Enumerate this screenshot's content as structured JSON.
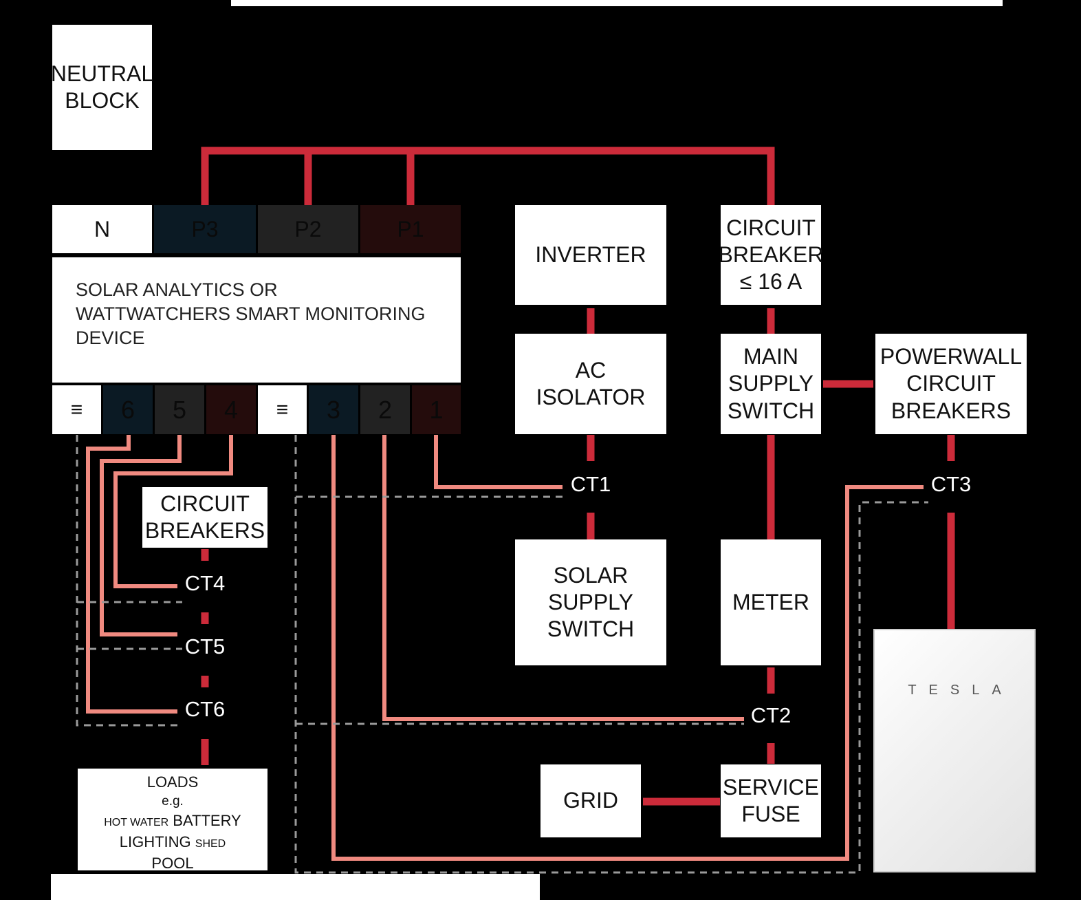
{
  "neutral_block": [
    "NEUTRAL",
    "BLOCK"
  ],
  "top_terminals": {
    "n": "N",
    "p3": "P3",
    "p2": "P2",
    "p1": "P1"
  },
  "device": {
    "lines": [
      "SOLAR ANALYTICS OR",
      "WATTWATCHERS SMART MONITORING",
      "DEVICE"
    ]
  },
  "bottom_terminals": {
    "eq_a": "≡",
    "c6": "6",
    "c5": "5",
    "c4": "4",
    "eq_b": "≡",
    "c3": "3",
    "c2": "2",
    "c1": "1"
  },
  "inverter": "INVERTER",
  "ac_isolator": [
    "AC",
    "ISOLATOR"
  ],
  "circuit_breaker_16a": [
    "CIRCUIT",
    "BREAKER",
    "≤ 16 A"
  ],
  "main_supply_switch": [
    "MAIN",
    "SUPPLY",
    "SWITCH"
  ],
  "powerwall_breakers": [
    "POWERWALL",
    "CIRCUIT",
    "BREAKERS"
  ],
  "circuit_breakers": [
    "CIRCUIT",
    "BREAKERS"
  ],
  "solar_supply_switch": [
    "SOLAR",
    "SUPPLY",
    "SWITCH"
  ],
  "meter": "METER",
  "grid": "GRID",
  "service_fuse": [
    "SERVICE",
    "FUSE"
  ],
  "cts": {
    "ct1": "CT1",
    "ct2": "CT2",
    "ct3": "CT3",
    "ct4": "CT4",
    "ct5": "CT5",
    "ct6": "CT6"
  },
  "loads": {
    "line1": "LOADS",
    "line2": "e.g.",
    "hot_water": "HOT WATER",
    "battery": "BATTERY",
    "lighting": "LIGHTING",
    "shed": "SHED",
    "pool": "POOL"
  },
  "powerwall_logo": "TESLA",
  "colors": {
    "red_wire": "#cc2b3a",
    "salmon_wire": "#f08a80",
    "dashed_wire": "#9a9a9a",
    "p3_term": "#0b1a24",
    "p2_term": "#222222",
    "p1_term": "#240c0c"
  }
}
